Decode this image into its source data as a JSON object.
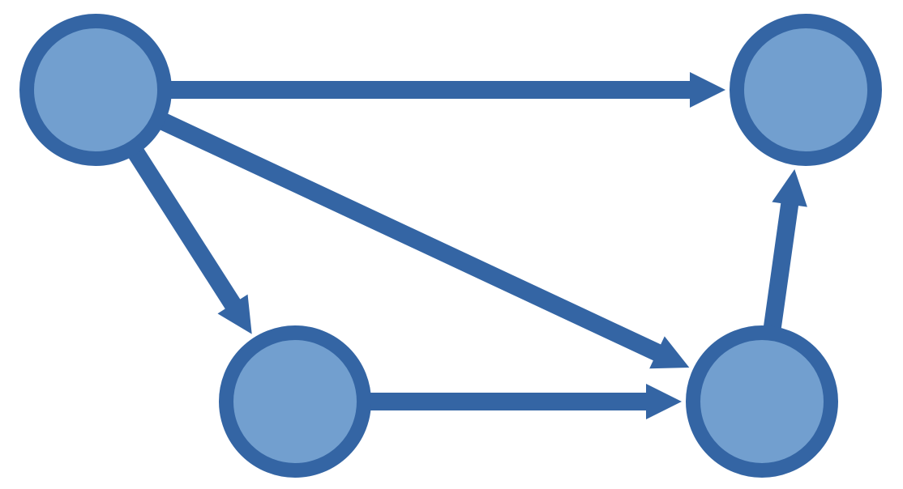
{
  "diagram": {
    "type": "directed-graph",
    "colors": {
      "node_fill": "#729fcf",
      "node_stroke": "#3465a4",
      "edge": "#3465a4",
      "background": "#ffffff"
    },
    "nodes": [
      {
        "id": "top-left",
        "label": ""
      },
      {
        "id": "top-right",
        "label": ""
      },
      {
        "id": "bottom-left",
        "label": ""
      },
      {
        "id": "bottom-right",
        "label": ""
      }
    ],
    "edges": [
      {
        "from": "top-left",
        "to": "top-right"
      },
      {
        "from": "top-left",
        "to": "bottom-right"
      },
      {
        "from": "top-left",
        "to": "bottom-left"
      },
      {
        "from": "bottom-left",
        "to": "bottom-right"
      },
      {
        "from": "bottom-right",
        "to": "top-right"
      }
    ]
  }
}
